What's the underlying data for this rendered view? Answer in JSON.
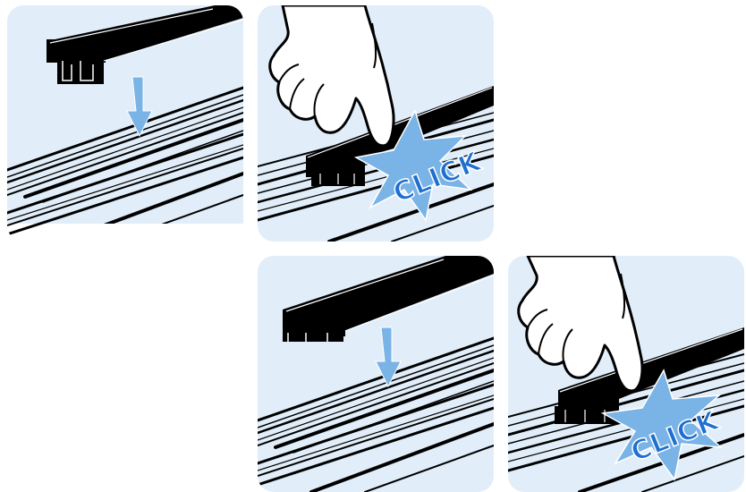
{
  "steps": [
    {
      "id": "step-1",
      "action": "place-strip"
    },
    {
      "id": "step-2",
      "action": "press-strip",
      "label": "CLICK"
    },
    {
      "id": "step-3",
      "action": "place-strip"
    },
    {
      "id": "step-4",
      "action": "press-strip",
      "label": "CLICK"
    }
  ],
  "colors": {
    "panel_background": "#e1eef9",
    "arrow": "#7ab3e6",
    "starburst": "#7ab3e6",
    "click_text": "#1f6fd0",
    "strip": "#000000"
  },
  "icons": {
    "arrow": "down-arrow-icon",
    "hand": "pointing-hand-icon",
    "burst": "click-starburst-icon"
  }
}
